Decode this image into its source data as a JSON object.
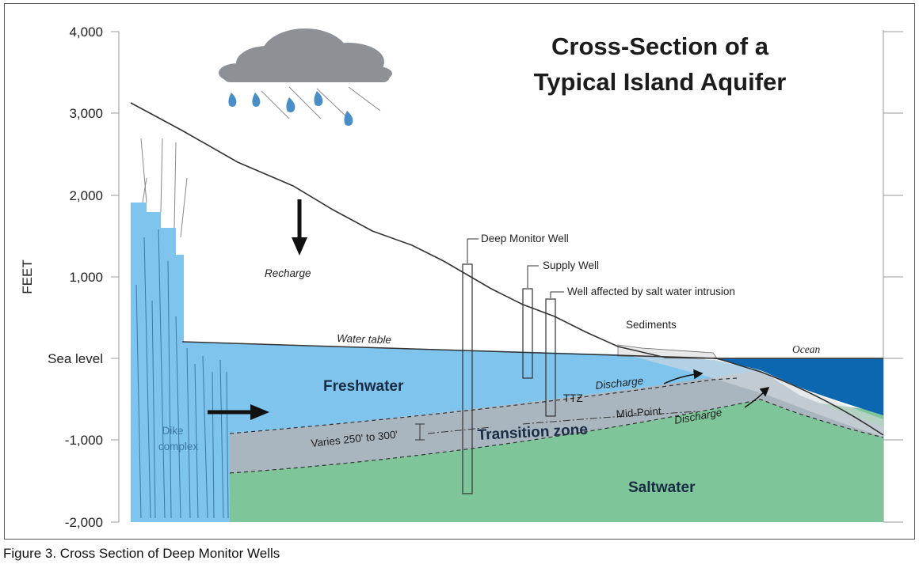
{
  "title_line1": "Cross-Section of a",
  "title_line2": "Typical Island Aquifer",
  "y_axis_label": "FEET",
  "y_ticks": [
    "4,000",
    "3,000",
    "2,000",
    "1,000",
    "Sea level",
    "-1,000",
    "-2,000"
  ],
  "labels": {
    "recharge": "Recharge",
    "water_table": "Water  table",
    "freshwater": "Freshwater",
    "transition_zone": "Transition zone",
    "saltwater": "Saltwater",
    "dike_complex_1": "Dike",
    "dike_complex_2": "complex",
    "ocean": "Ocean",
    "sediments": "Sediments",
    "discharge_upper": "Discharge",
    "discharge_lower": "Discharge",
    "ttz": "TTZ",
    "mid_point": "Mid-Point",
    "varies": "Varies 250' to 300'",
    "deep_monitor_well": "Deep Monitor Well",
    "supply_well": "Supply Well",
    "affected_well": "Well affected by salt water intrusion"
  },
  "caption": "Figure 3. Cross Section of Deep Monitor Wells",
  "colors": {
    "freshwater": "#7ec4ec",
    "transition": "#a9b5bf",
    "saltwater": "#7fc59a",
    "ocean": "#0d67b0",
    "cloud": "#8d9196",
    "raindrop": "#4a8ec8"
  }
}
